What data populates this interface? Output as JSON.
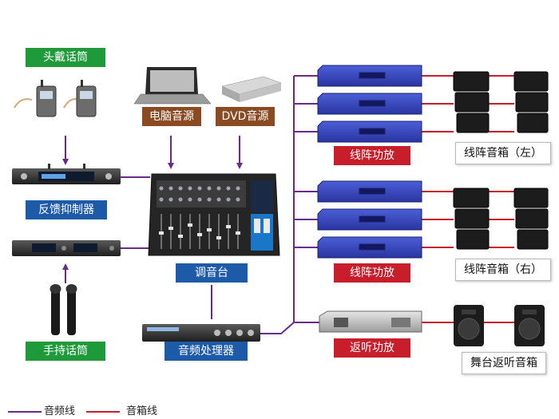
{
  "colors": {
    "audio_line": "#6a2a8c",
    "speaker_line": "#c8202a",
    "green": "#1f9a3b",
    "brown": "#8a4a22",
    "blue": "#1d5aa8",
    "red": "#c81d2a"
  },
  "labels": {
    "headset_mic": "头戴话筒",
    "computer_source": "电脑音源",
    "dvd_source": "DVD音源",
    "feedback_suppressor": "反馈抑制器",
    "mixer": "调音台",
    "audio_processor": "音频处理器",
    "handheld_mic": "手持话筒",
    "line_array_amp_1": "线阵功放",
    "line_array_amp_2": "线阵功放",
    "monitor_amp": "返听功放",
    "line_array_speaker_left": "线阵音箱（左）",
    "line_array_speaker_right": "线阵音箱（右）",
    "stage_monitor_speaker": "舞台返听音箱"
  },
  "legend": {
    "audio_line": "音频线",
    "speaker_line": "音箱线"
  }
}
